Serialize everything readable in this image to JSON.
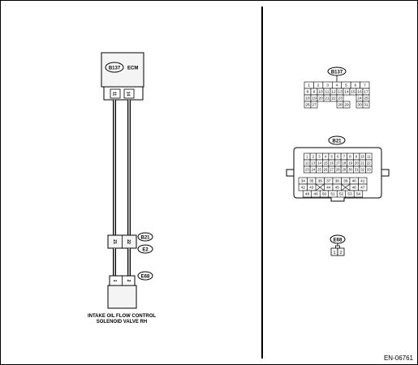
{
  "figure_code": "EN-06761",
  "ecm": {
    "connector": "B137",
    "label": "ECM",
    "pins": [
      "11",
      "14"
    ]
  },
  "harness": {
    "connector_b21": "B21",
    "connector_e2": "E2",
    "pins": [
      "21",
      "22"
    ]
  },
  "solenoid": {
    "connector": "E68",
    "pins": [
      "1",
      "2"
    ],
    "label_line1": "INTAKE OIL FLOW CONTROL",
    "label_line2": "SOLENOID VALVE RH"
  },
  "conn_b137": {
    "title": "B137",
    "rows": [
      [
        "1",
        "2",
        "3",
        "4",
        "5",
        "6",
        "7"
      ],
      [
        "8",
        "9",
        "10",
        "11",
        "12",
        "13",
        "14",
        "15",
        "16",
        "17"
      ],
      [
        "18",
        "19",
        "20",
        "21",
        "22",
        "23",
        "",
        "",
        "24",
        "25"
      ],
      [
        "26",
        "27",
        "",
        "",
        "",
        "28",
        "29",
        "",
        "30",
        "31"
      ]
    ]
  },
  "conn_b21": {
    "title": "B21",
    "rows": [
      [
        "1",
        "2",
        "3",
        "4",
        "5",
        "6",
        "7",
        "8",
        "9",
        "10",
        "11"
      ],
      [
        "12",
        "13",
        "14",
        "15",
        "16",
        "17",
        "18",
        "19",
        "20",
        "21",
        "22"
      ],
      [
        "23",
        "24",
        "25",
        "26",
        "27",
        "28",
        "29",
        "30",
        "31",
        "32",
        "33"
      ]
    ],
    "lower_rows": [
      [
        "34",
        "35",
        "36",
        "37",
        "38",
        "39",
        "40",
        "41"
      ],
      [
        "42",
        "43",
        "",
        "44",
        "45",
        "",
        "46",
        "47"
      ],
      [
        "48",
        "49",
        "50",
        "51",
        "52",
        "53",
        "54"
      ]
    ]
  },
  "conn_e68": {
    "title": "E68",
    "pins": [
      "1",
      "2"
    ]
  }
}
